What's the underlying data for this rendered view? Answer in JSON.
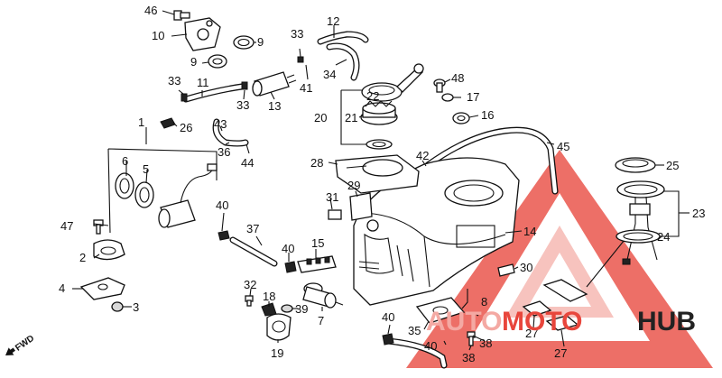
{
  "watermark": {
    "part1": "AUTO",
    "part2": "MOTO",
    "part3": "HUB",
    "color_primary": "#e8463c",
    "color_light": "#f4a9a3",
    "color_dark": "#222222"
  },
  "fwd_label": "FWD",
  "callouts": {
    "n1": "1",
    "n2": "2",
    "n3": "3",
    "n4": "4",
    "n5": "5",
    "n6": "6",
    "n7": "7",
    "n8": "8",
    "n9a": "9",
    "n9b": "9",
    "n10": "10",
    "n11": "11",
    "n12": "12",
    "n13": "13",
    "n14": "14",
    "n15": "15",
    "n16": "16",
    "n17": "17",
    "n18": "18",
    "n19": "19",
    "n20": "20",
    "n21": "21",
    "n22": "22",
    "n23": "23",
    "n24": "24",
    "n25": "25",
    "n26": "26",
    "n27a": "27",
    "n27b": "27",
    "n28": "28",
    "n29": "29",
    "n30": "30",
    "n31": "31",
    "n32": "32",
    "n33a": "33",
    "n33b": "33",
    "n33c": "33",
    "n34": "34",
    "n35": "35",
    "n36": "36",
    "n37": "37",
    "n38a": "38",
    "n38b": "38",
    "n39": "39",
    "n40a": "40",
    "n40b": "40",
    "n40c": "40",
    "n40d": "40",
    "n41": "41",
    "n42": "42",
    "n43": "43",
    "n44": "44",
    "n45": "45",
    "n46": "46",
    "n47": "47",
    "n48": "48"
  }
}
